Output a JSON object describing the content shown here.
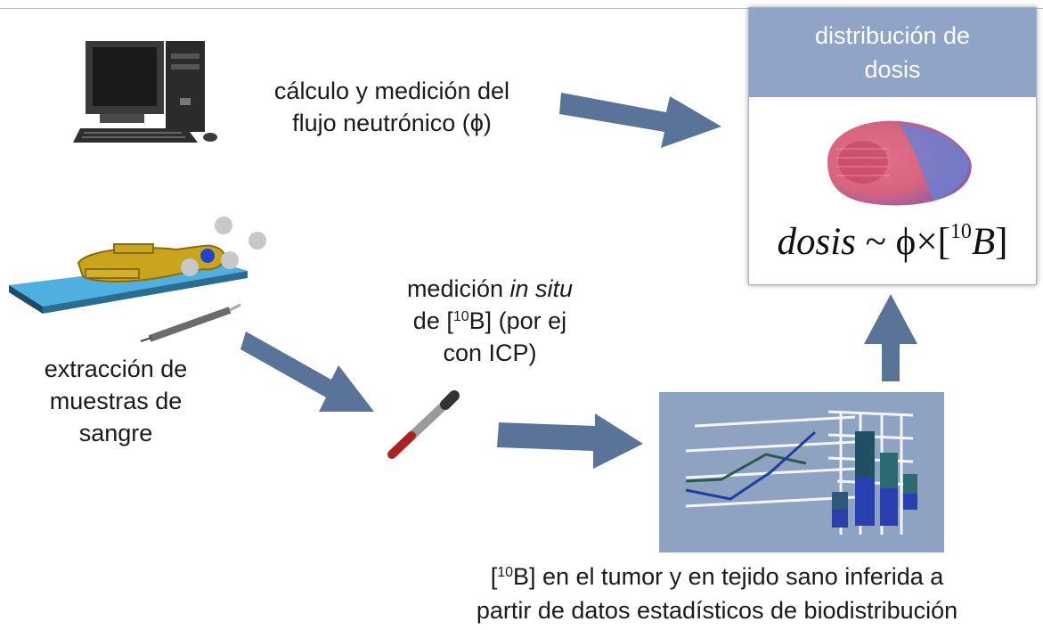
{
  "labels": {
    "calc_line1": "cálculo y medición del",
    "calc_line2": "flujo neutrónico (ϕ)",
    "extr_line1": "extracción de",
    "extr_line2": "muestras de",
    "extr_line3": "sangre",
    "med_line1_a": "medición ",
    "med_line1_b": "in situ",
    "med_line2_a": "de [",
    "med_line2_sup": "10",
    "med_line2_b": "B] (por ej",
    "med_line3": "con ICP)",
    "bottom_line1_a": "[",
    "bottom_line1_sup": "10",
    "bottom_line1_b": "B] en el tumor y en tejido sano inferida a",
    "bottom_line2": "partir de datos estadísticos de biodistribución"
  },
  "dose_panel": {
    "title_line1": "distribución de",
    "title_line2": "dosis",
    "formula_var": "dosis",
    "formula_tilde": " ~ ",
    "formula_phi": "ϕ",
    "formula_times": "×[",
    "formula_sup": "10",
    "formula_b": "B",
    "formula_close": "]"
  },
  "colors": {
    "arrow": "#5a7499",
    "panel_header": "#8fa4c6",
    "chart_bg": "#8ea3c2"
  }
}
